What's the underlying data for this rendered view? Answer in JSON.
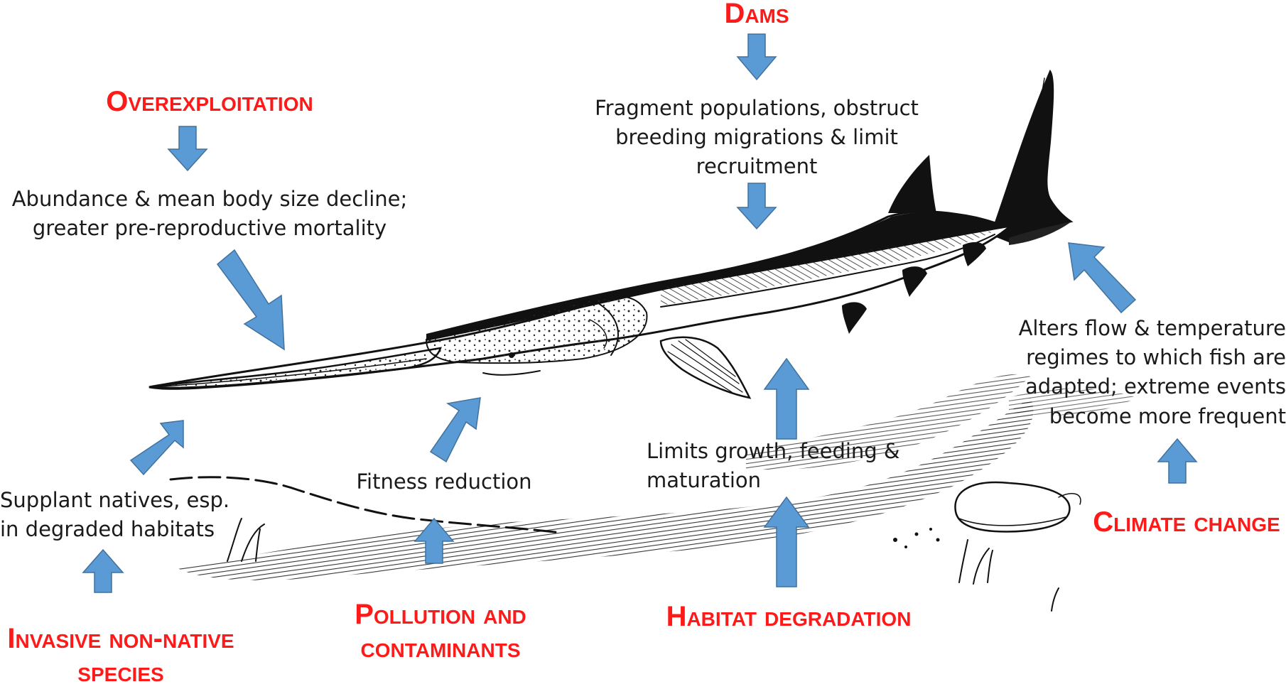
{
  "threats": {
    "dams": "Dams",
    "overexploitation": "Overexploitation",
    "climate_change": "Climate change",
    "habitat_degradation": "Habitat degradation",
    "pollution_line1": "Pollution and",
    "pollution_line2": "contaminants",
    "invasive_line1": "Invasive non-native",
    "invasive_line2": "species"
  },
  "effects": {
    "dams_line1": "Fragment populations, obstruct",
    "dams_line2": "breeding migrations & limit",
    "dams_line3": "recruitment",
    "overexploitation_line1": "Abundance & mean body size decline;",
    "overexploitation_line2": "greater pre-reproductive mortality",
    "climate_line1": "Alters flow & temperature",
    "climate_line2": "regimes to which fish are",
    "climate_line3": "adapted; extreme events",
    "climate_line4": "become more frequent",
    "habitat_line1": "Limits growth, feeding &",
    "habitat_line2": "maturation",
    "pollution": "Fitness reduction",
    "invasive_line1": "Supplant natives, esp.",
    "invasive_line2": "in degraded habitats"
  },
  "colors": {
    "threat_text": "#ff1a1a",
    "arrow_fill": "#5b9bd5",
    "arrow_stroke": "#41719c",
    "ink": "#111111"
  }
}
